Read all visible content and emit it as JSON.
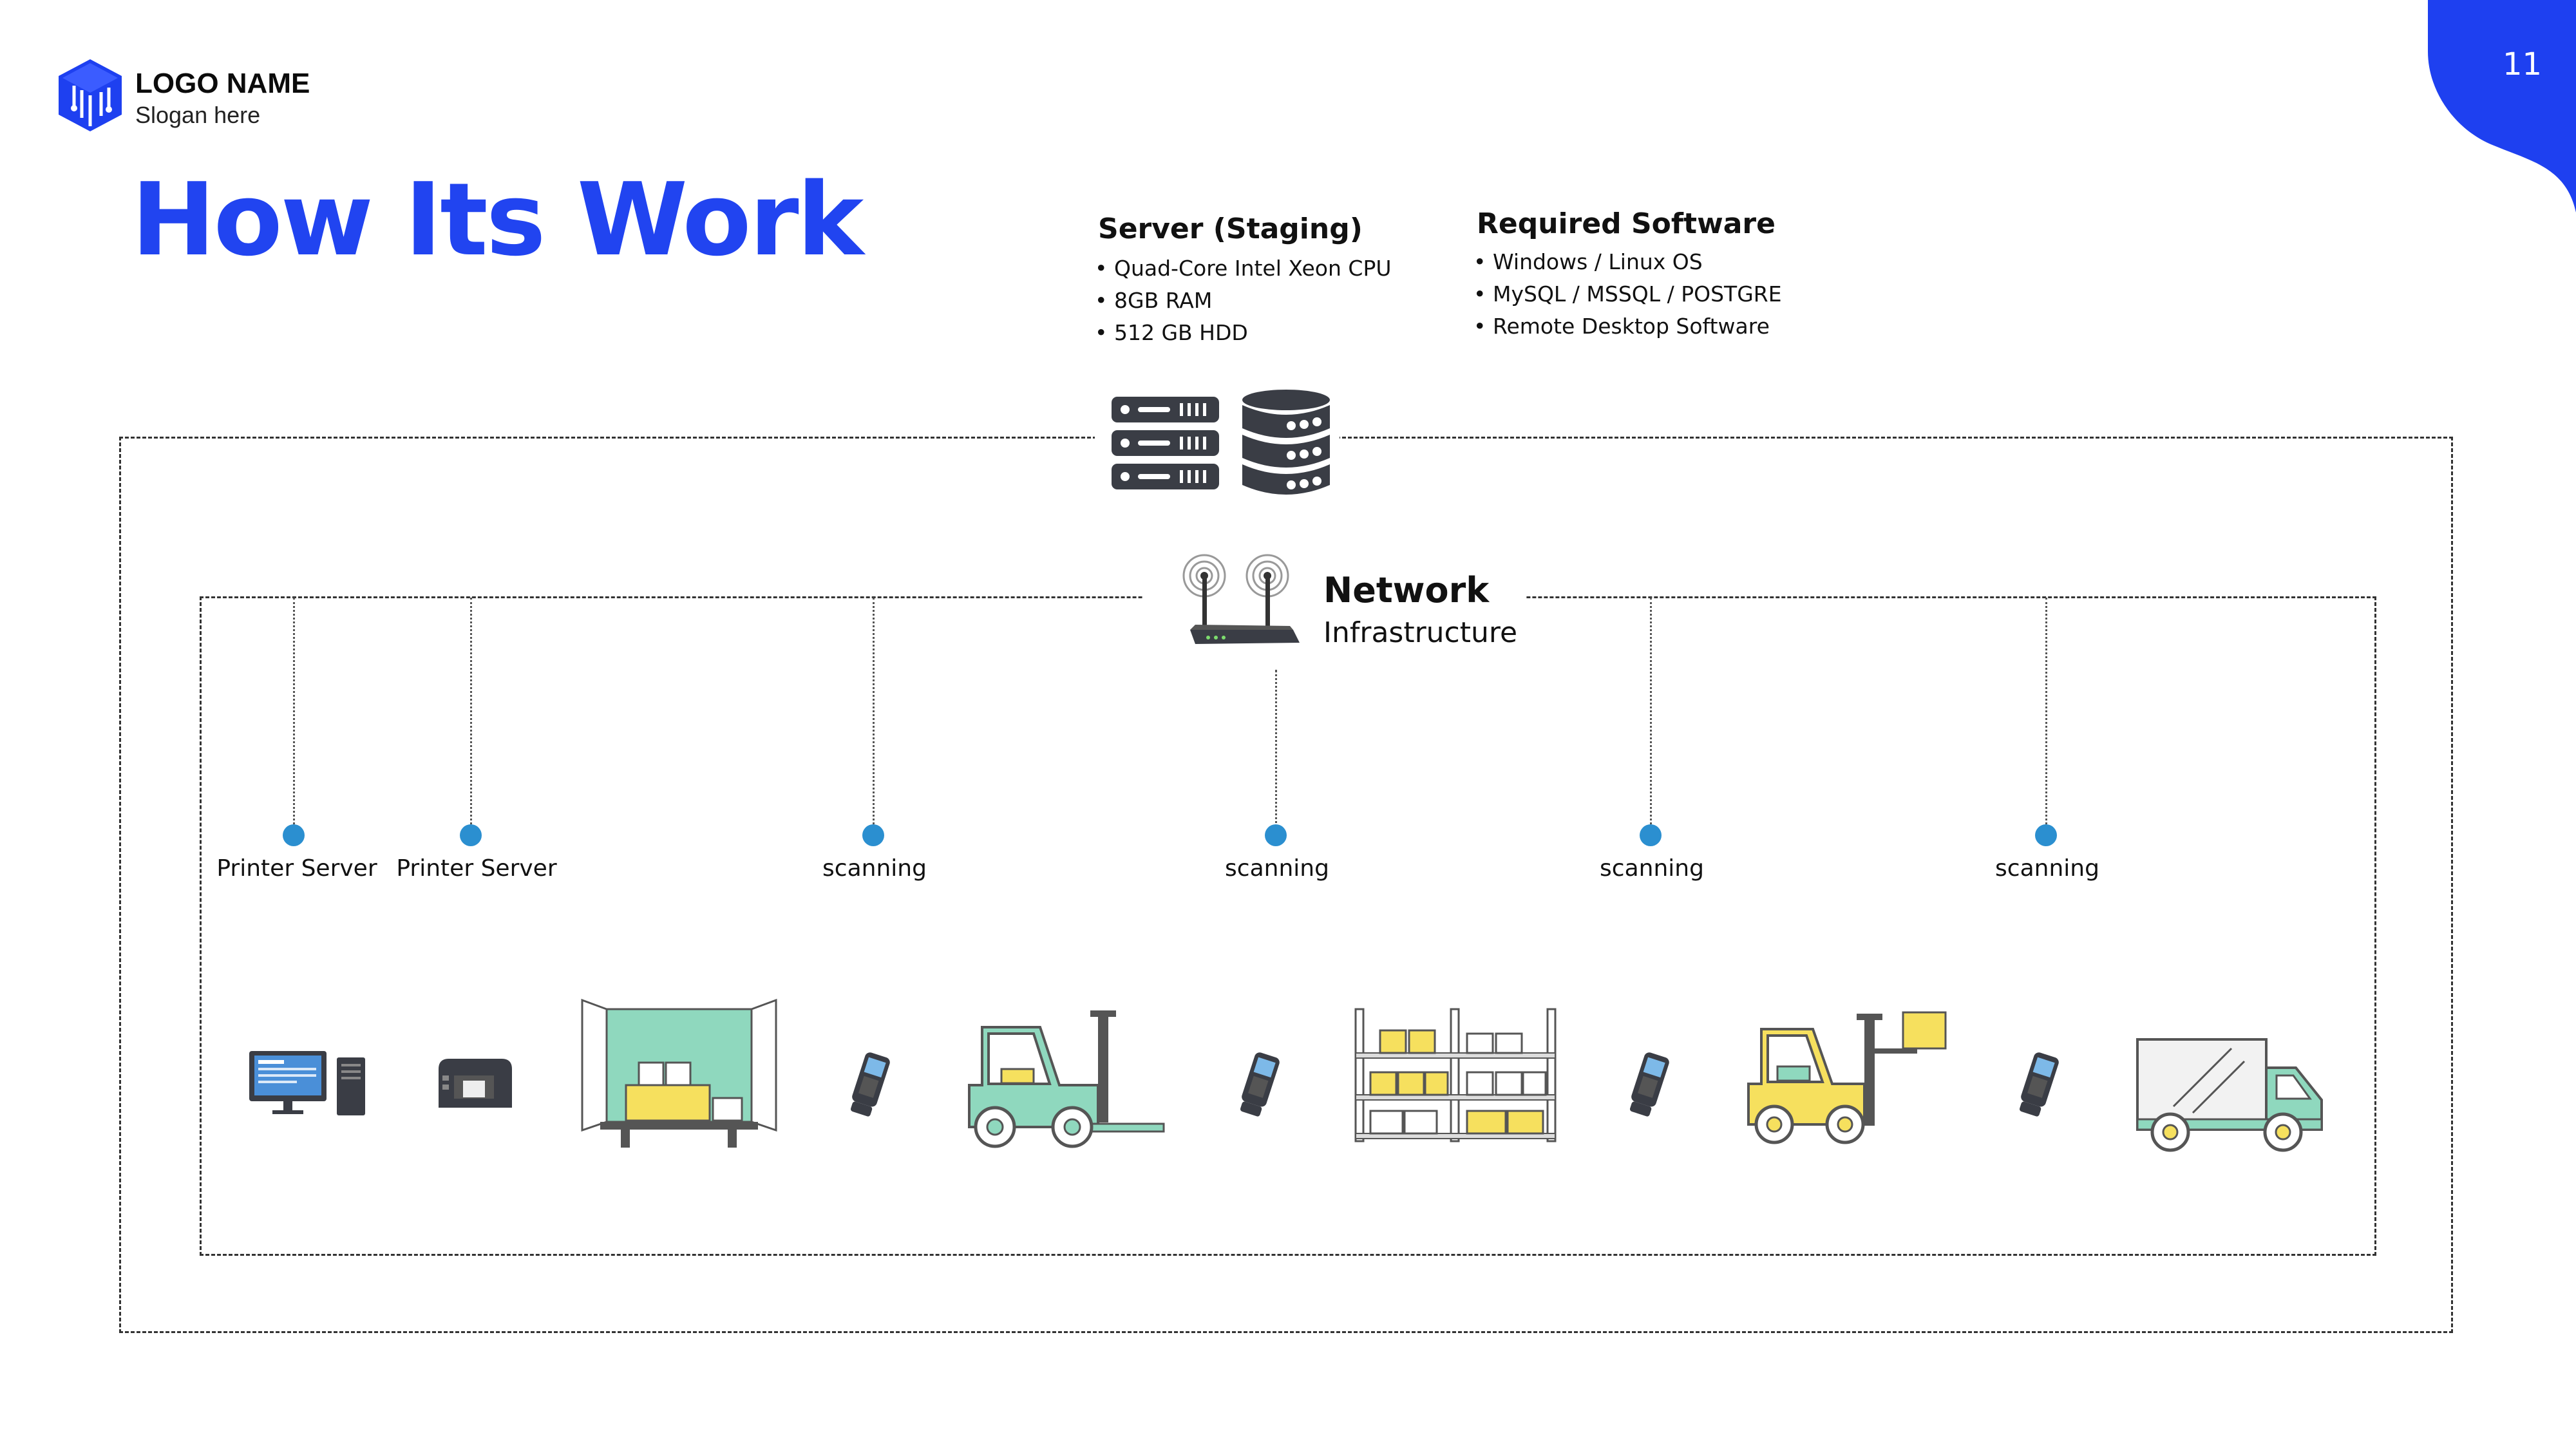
{
  "page_number": "11",
  "logo": {
    "name": "LOGO NAME",
    "slogan": "Slogan here"
  },
  "title": "How Its Work",
  "server": {
    "heading": "Server (Staging)",
    "items": [
      "Quad-Core Intel Xeon CPU",
      "8GB RAM",
      "512 GB HDD"
    ]
  },
  "software": {
    "heading": "Required Software",
    "items": [
      "Windows / Linux OS",
      "MySQL / MSSQL / POSTGRE",
      "Remote Desktop Software"
    ]
  },
  "network": {
    "title": "Network",
    "subtitle": "Infrastructure"
  },
  "nodes": [
    {
      "label": "Printer Server"
    },
    {
      "label": "Printer Server"
    },
    {
      "label": "scanning"
    },
    {
      "label": "scanning"
    },
    {
      "label": "scanning"
    },
    {
      "label": "scanning"
    }
  ],
  "icons": [
    "desktop-computer-icon",
    "label-printer-icon",
    "container-icon",
    "handheld-scanner-icon",
    "forklift-icon",
    "handheld-scanner-icon",
    "warehouse-shelf-icon",
    "handheld-scanner-icon",
    "forklift-icon",
    "handheld-scanner-icon",
    "delivery-truck-icon"
  ],
  "colors": {
    "accent": "#2144f0",
    "dot": "#2b8fd0",
    "mint": "#8fd8be",
    "yellow": "#f6e05e",
    "dark": "#3a3d45"
  }
}
